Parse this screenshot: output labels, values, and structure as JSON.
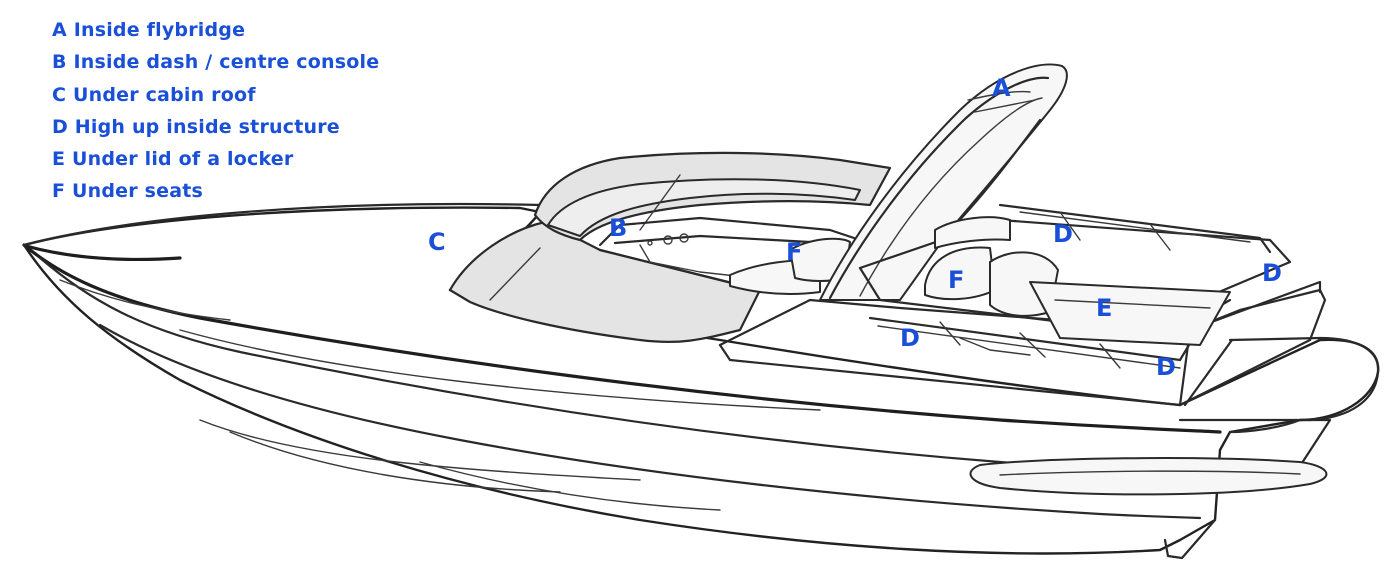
{
  "legend": [
    {
      "letter": "A",
      "text": "A Inside flybridge"
    },
    {
      "letter": "B",
      "text": "B Inside dash / centre console"
    },
    {
      "letter": "C",
      "text": "C Under cabin roof"
    },
    {
      "letter": "D",
      "text": "D High up inside structure"
    },
    {
      "letter": "E",
      "text": "E Under lid of a locker"
    },
    {
      "letter": "F",
      "text": "F Under seats"
    }
  ],
  "markers": {
    "a": "A",
    "b": "B",
    "c": "C",
    "d1": "D",
    "d2": "D",
    "d3": "D",
    "d4": "D",
    "e": "E",
    "f1": "F",
    "f2": "F"
  },
  "colors": {
    "label_blue": "#1a4fd8",
    "line": "#2a2a2a",
    "canopy_fill": "#e4e4e4"
  }
}
